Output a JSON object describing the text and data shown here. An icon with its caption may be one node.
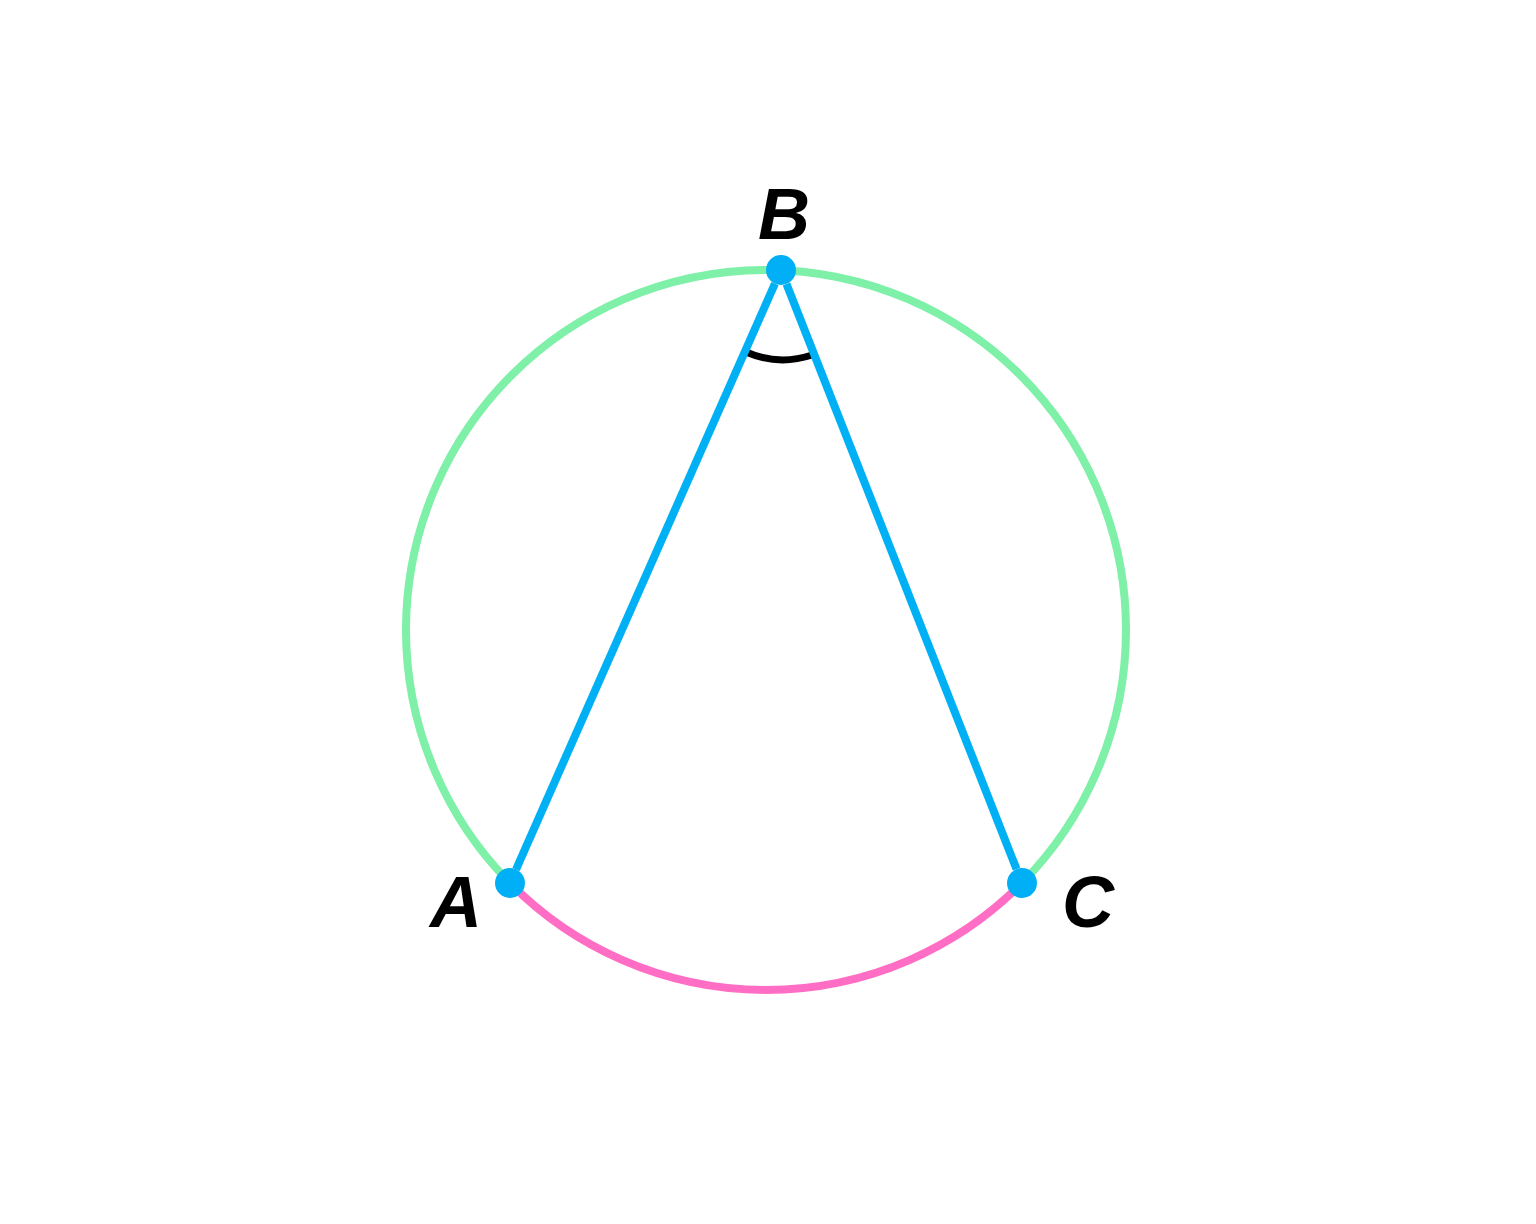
{
  "diagram": {
    "nodes": [
      {
        "text": [
          "B"
        ]
      },
      {
        "text": [
          "A"
        ]
      },
      {
        "text": [
          "C"
        ]
      }
    ],
    "edges": [
      {
        "from": 0,
        "to": 1,
        "arrow": "none"
      },
      {
        "from": 0,
        "to": 2,
        "arrow": "none"
      }
    ]
  }
}
